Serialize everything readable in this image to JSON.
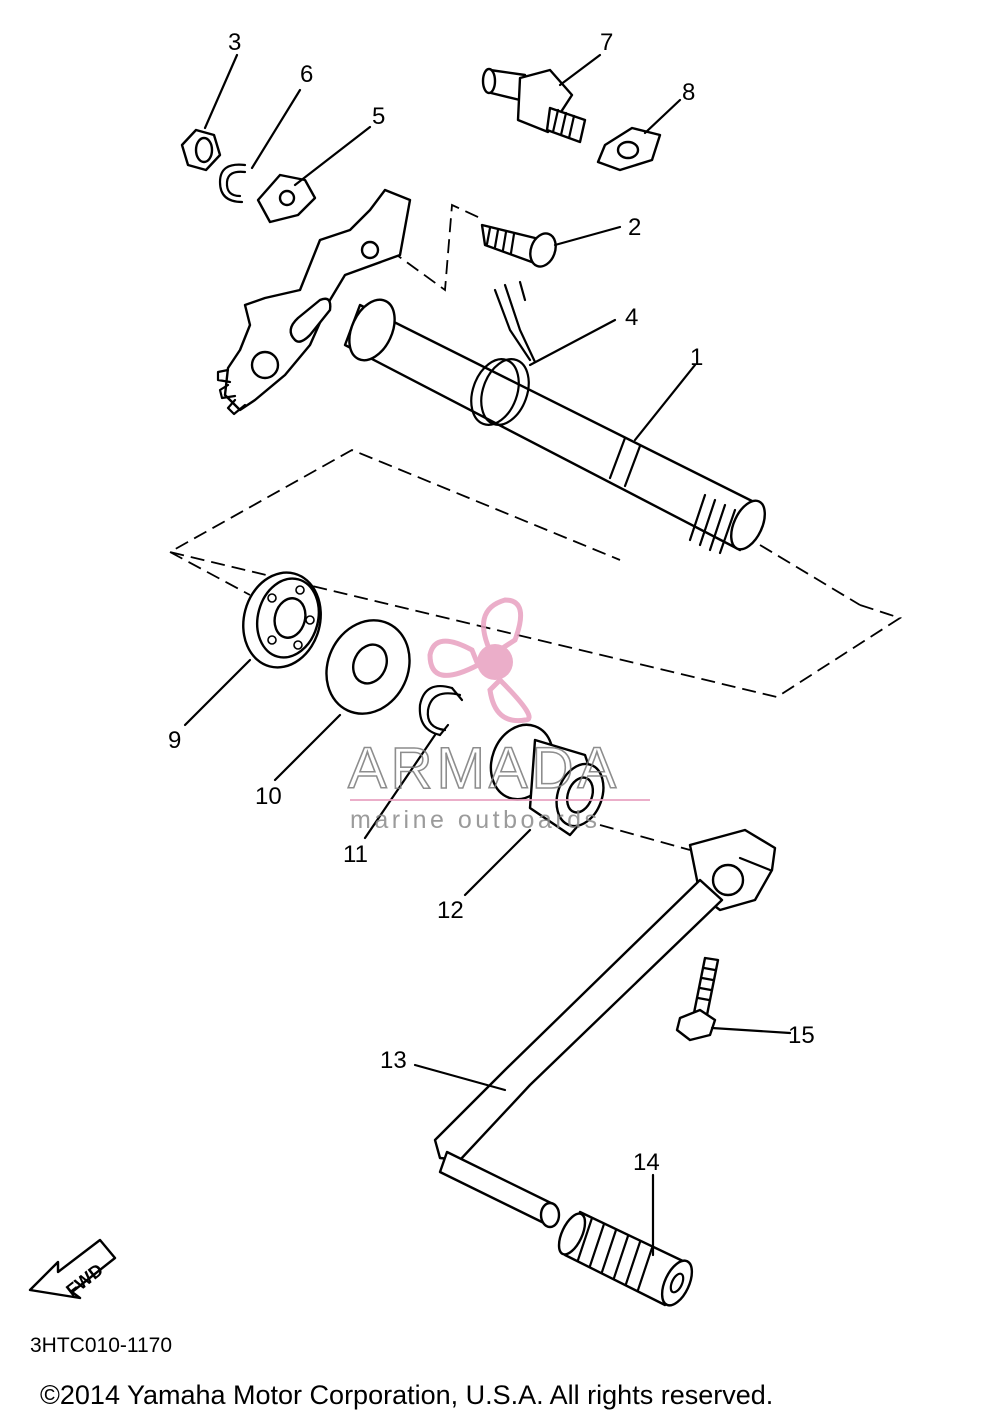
{
  "callouts": [
    {
      "label": "1"
    },
    {
      "label": "2"
    },
    {
      "label": "3"
    },
    {
      "label": "4"
    },
    {
      "label": "5"
    },
    {
      "label": "6"
    },
    {
      "label": "7"
    },
    {
      "label": "8"
    },
    {
      "label": "9"
    },
    {
      "label": "10"
    },
    {
      "label": "11"
    },
    {
      "label": "12"
    },
    {
      "label": "13"
    },
    {
      "label": "14"
    },
    {
      "label": "15"
    }
  ],
  "fwd_label": "FWD",
  "diagram_code": "3HTC010-1170",
  "copyright": "©2014 Yamaha Motor Corporation, U.S.A. All rights reserved.",
  "watermark": {
    "brand": "ARMADA",
    "tagline": "marine outboards",
    "color": "#e8a0c0"
  }
}
